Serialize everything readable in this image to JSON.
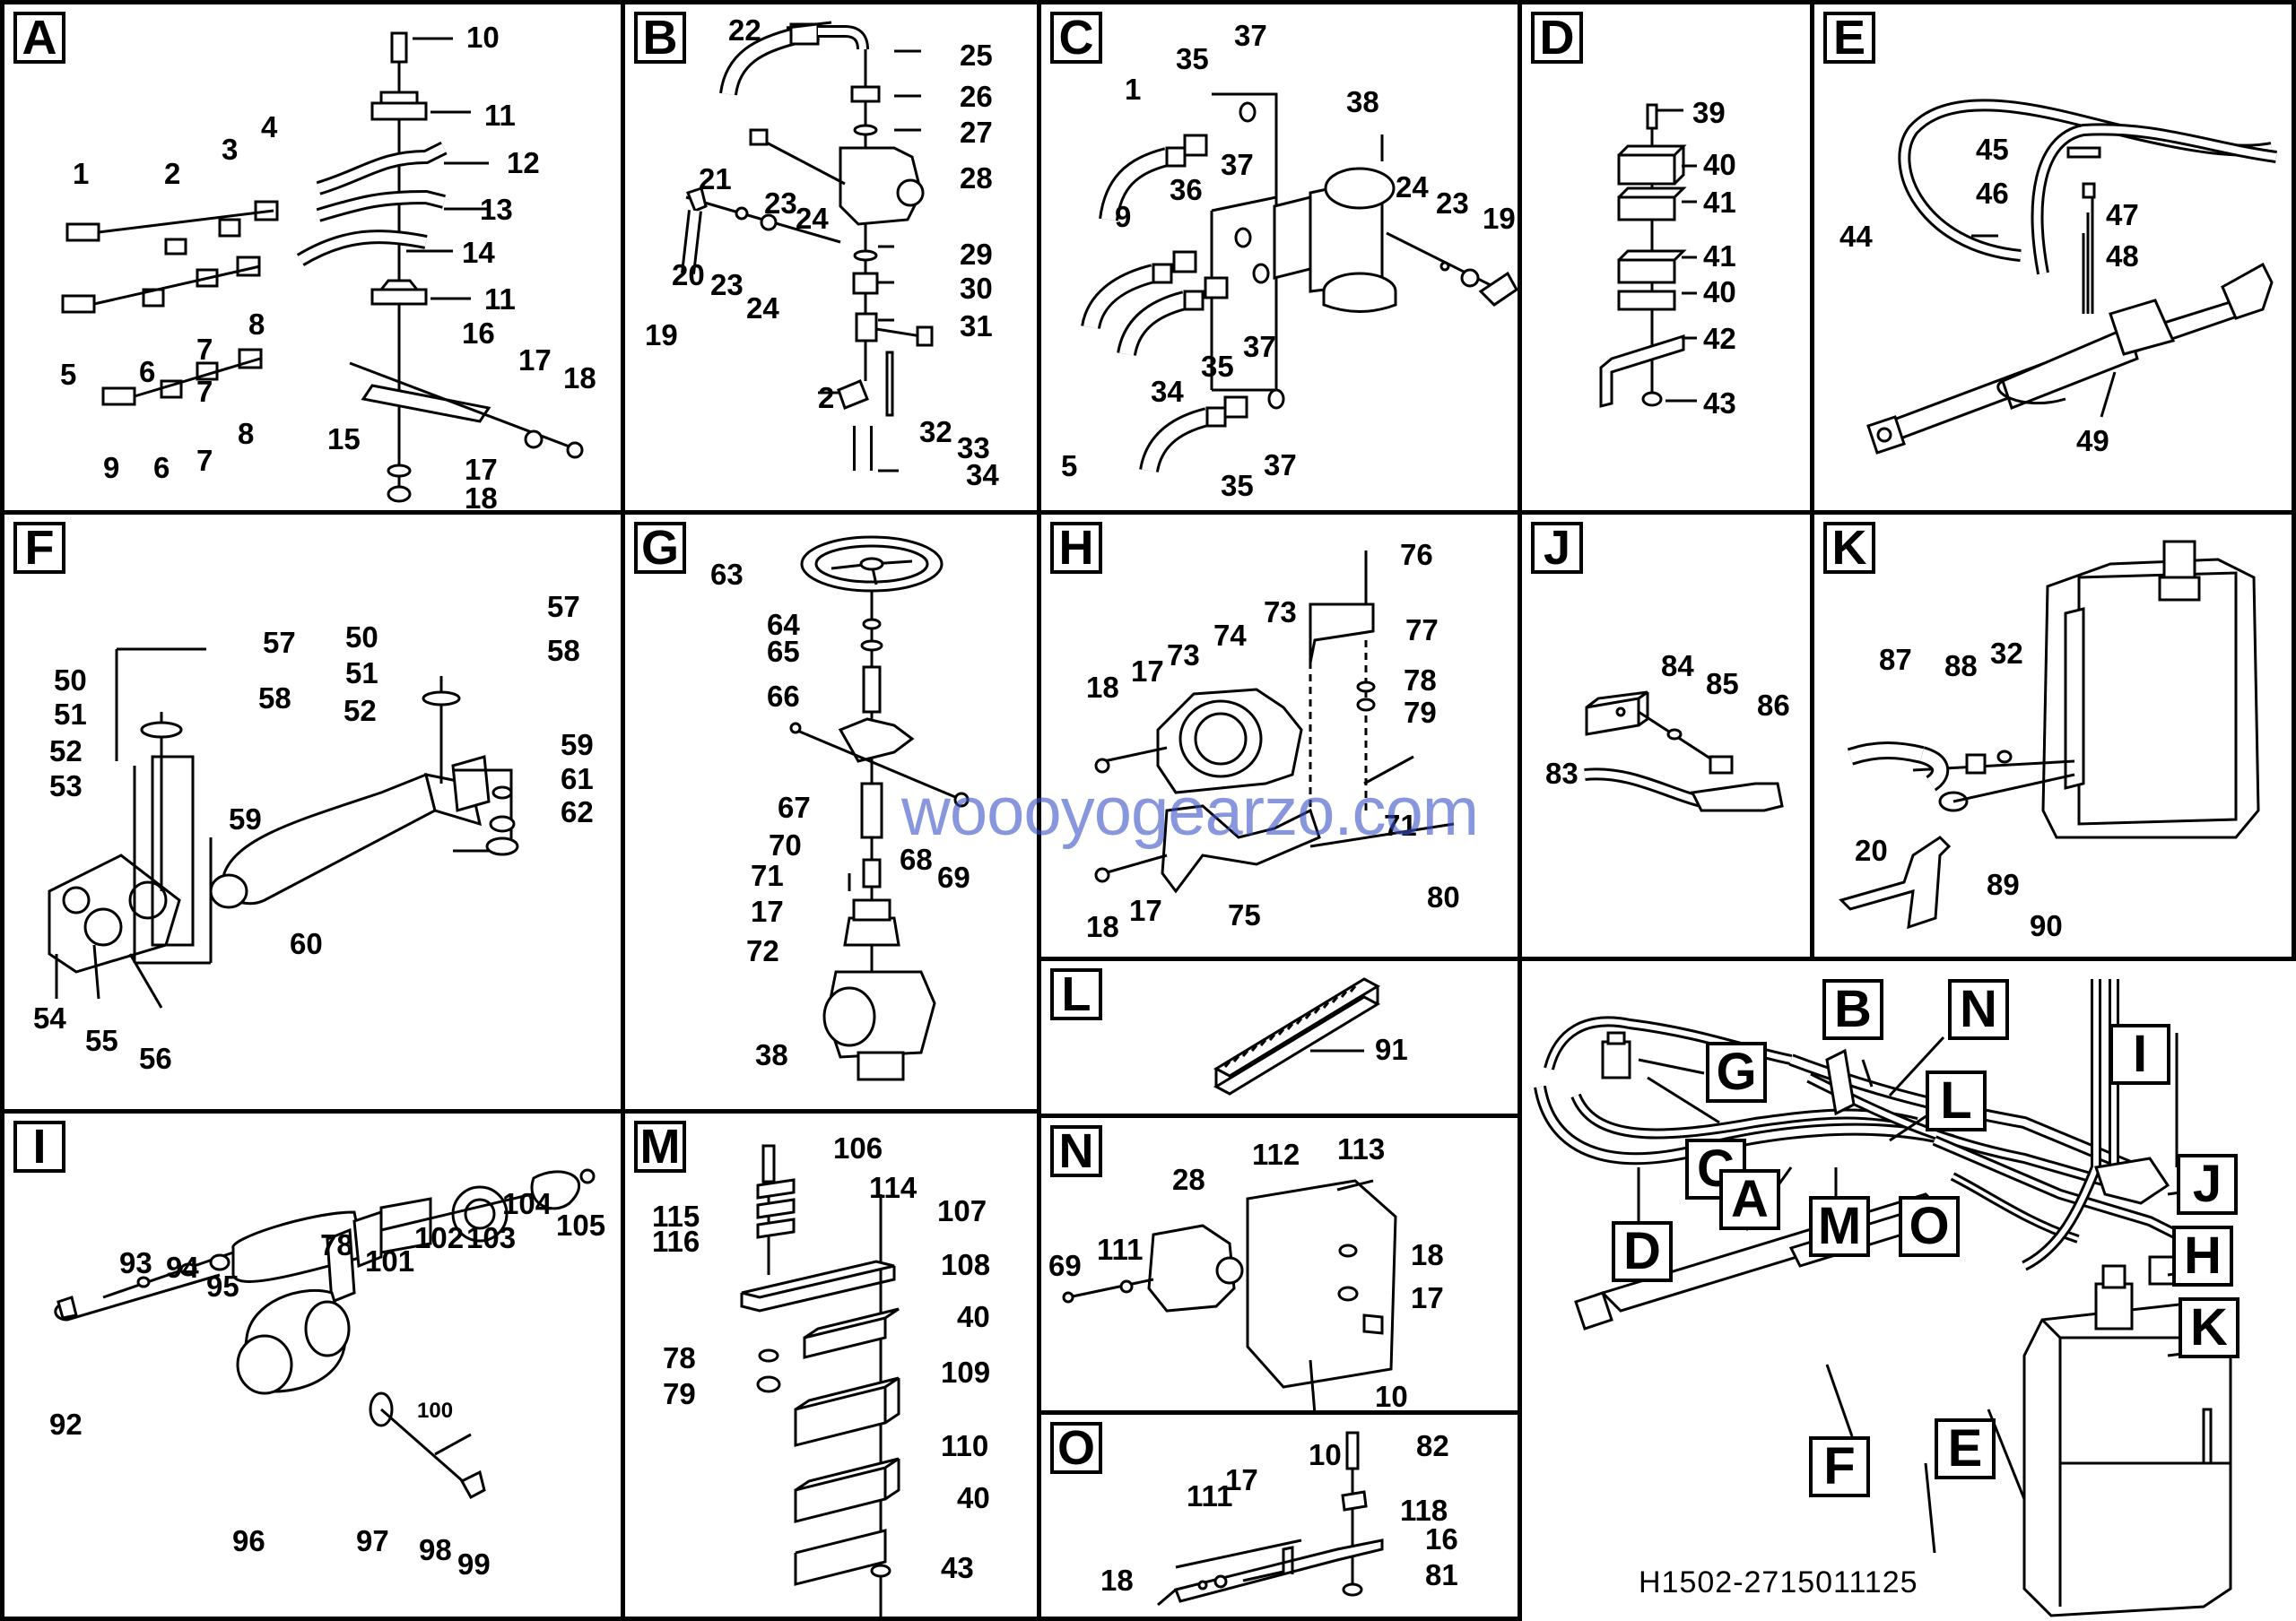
{
  "document_id": "H1502-2715011125",
  "watermark": "woooyogearzo.com",
  "panels": {
    "A": {
      "letter": "A",
      "callouts": [
        "10",
        "11",
        "12",
        "13",
        "14",
        "11",
        "16",
        "17",
        "18",
        "1",
        "2",
        "3",
        "4",
        "5",
        "6",
        "7",
        "8",
        "7",
        "8",
        "9",
        "6",
        "7",
        "8",
        "15",
        "17",
        "18"
      ]
    },
    "B": {
      "letter": "B",
      "callouts": [
        "22",
        "25",
        "26",
        "27",
        "28",
        "21",
        "23",
        "24",
        "29",
        "30",
        "31",
        "19",
        "20",
        "23",
        "24",
        "2",
        "32",
        "33",
        "34"
      ]
    },
    "C": {
      "letter": "C",
      "callouts": [
        "35",
        "37",
        "38",
        "1",
        "37",
        "36",
        "24",
        "23",
        "19",
        "9",
        "34",
        "35",
        "37",
        "5",
        "35",
        "37"
      ]
    },
    "D": {
      "letter": "D",
      "callouts": [
        "39",
        "40",
        "41",
        "41",
        "40",
        "42",
        "43"
      ]
    },
    "E": {
      "letter": "E",
      "callouts": [
        "45",
        "46",
        "47",
        "48",
        "44",
        "49"
      ]
    },
    "F": {
      "letter": "F",
      "callouts": [
        "57",
        "50",
        "58",
        "57",
        "51",
        "58",
        "52",
        "50",
        "51",
        "52",
        "59",
        "61",
        "62",
        "53",
        "59",
        "60",
        "54",
        "55",
        "56"
      ]
    },
    "G": {
      "letter": "G",
      "callouts": [
        "63",
        "64",
        "65",
        "66",
        "67",
        "68",
        "69",
        "70",
        "71",
        "17",
        "72",
        "38"
      ]
    },
    "H": {
      "letter": "H",
      "callouts": [
        "76",
        "73",
        "74",
        "77",
        "73",
        "17",
        "18",
        "78",
        "79",
        "71",
        "18",
        "17",
        "75",
        "80"
      ]
    },
    "J": {
      "letter": "J",
      "callouts": [
        "84",
        "85",
        "86",
        "83"
      ]
    },
    "K": {
      "letter": "K",
      "callouts": [
        "87",
        "88",
        "32",
        "20",
        "89",
        "90"
      ]
    },
    "L": {
      "letter": "L",
      "callouts": [
        "91"
      ]
    },
    "I": {
      "letter": "I",
      "callouts": [
        "104",
        "105",
        "78",
        "101",
        "102",
        "103",
        "93",
        "94",
        "95",
        "92",
        "100",
        "96",
        "97",
        "98",
        "99"
      ]
    },
    "M": {
      "letter": "M",
      "callouts": [
        "106",
        "114",
        "115",
        "107",
        "116",
        "108",
        "40",
        "78",
        "109",
        "79",
        "110",
        "40",
        "43"
      ]
    },
    "N": {
      "letter": "N",
      "callouts": [
        "113",
        "28",
        "112",
        "18",
        "69",
        "111",
        "17",
        "10"
      ]
    },
    "O": {
      "letter": "O",
      "callouts": [
        "82",
        "10",
        "17",
        "118",
        "111",
        "16",
        "18",
        "81"
      ]
    }
  },
  "overview": {
    "callouts": [
      "G",
      "B",
      "N",
      "I",
      "C",
      "L",
      "J",
      "H",
      "D",
      "A",
      "M",
      "O",
      "K",
      "F",
      "E"
    ]
  }
}
